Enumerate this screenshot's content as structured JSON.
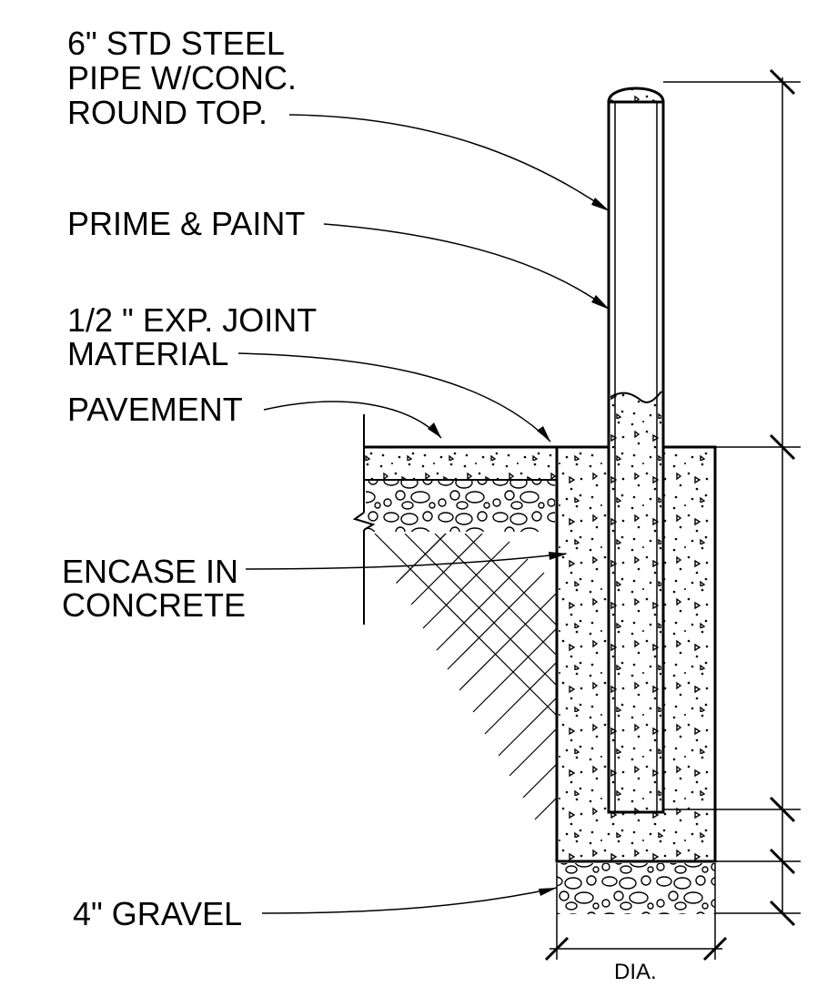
{
  "labels": {
    "pipe_line1": "6\" STD STEEL",
    "pipe_line2": "PIPE W/CONC.",
    "pipe_line3": "ROUND TOP.",
    "paint": "PRIME & PAINT",
    "joint_line1": "1/2 \" EXP. JOINT",
    "joint_line2": "MATERIAL",
    "pavement": "PAVEMENT",
    "encase_line1": "ENCASE IN",
    "encase_line2": "CONCRETE",
    "gravel": "4\" GRAVEL",
    "dia": "DIA."
  }
}
